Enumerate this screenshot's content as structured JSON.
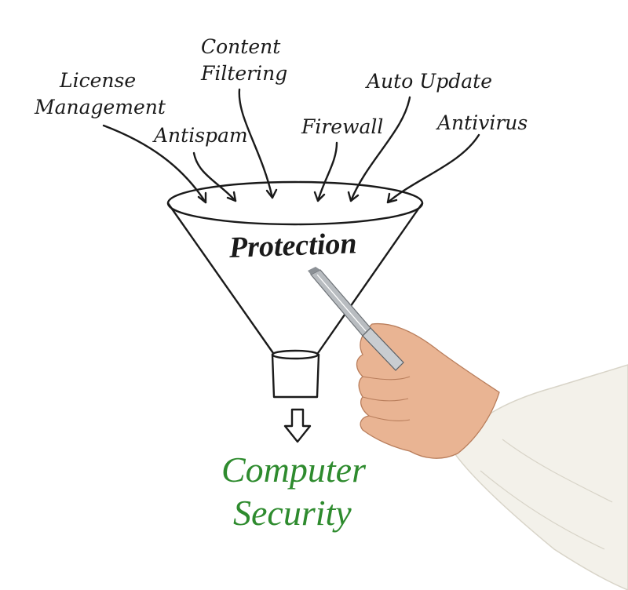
{
  "inputs": [
    {
      "id": "license-management",
      "lines": [
        "License",
        "Management"
      ]
    },
    {
      "id": "antispam",
      "lines": [
        "Antispam"
      ]
    },
    {
      "id": "content-filtering",
      "lines": [
        "Content",
        "Filtering"
      ]
    },
    {
      "id": "firewall",
      "lines": [
        "Firewall"
      ]
    },
    {
      "id": "auto-update",
      "lines": [
        "Auto Update"
      ]
    },
    {
      "id": "antivirus",
      "lines": [
        "Antivirus"
      ]
    }
  ],
  "funnel": {
    "label": "Protection"
  },
  "output": {
    "lines": [
      "Computer",
      "Security"
    ]
  },
  "colors": {
    "ink": "#1a1a1a",
    "output_text": "#2e8b2e",
    "background": "#ffffff",
    "skin": "#e9b493",
    "sleeve": "#f3f1ea"
  },
  "icons": [
    "down-arrow-icon",
    "pen-icon",
    "hand-icon"
  ]
}
